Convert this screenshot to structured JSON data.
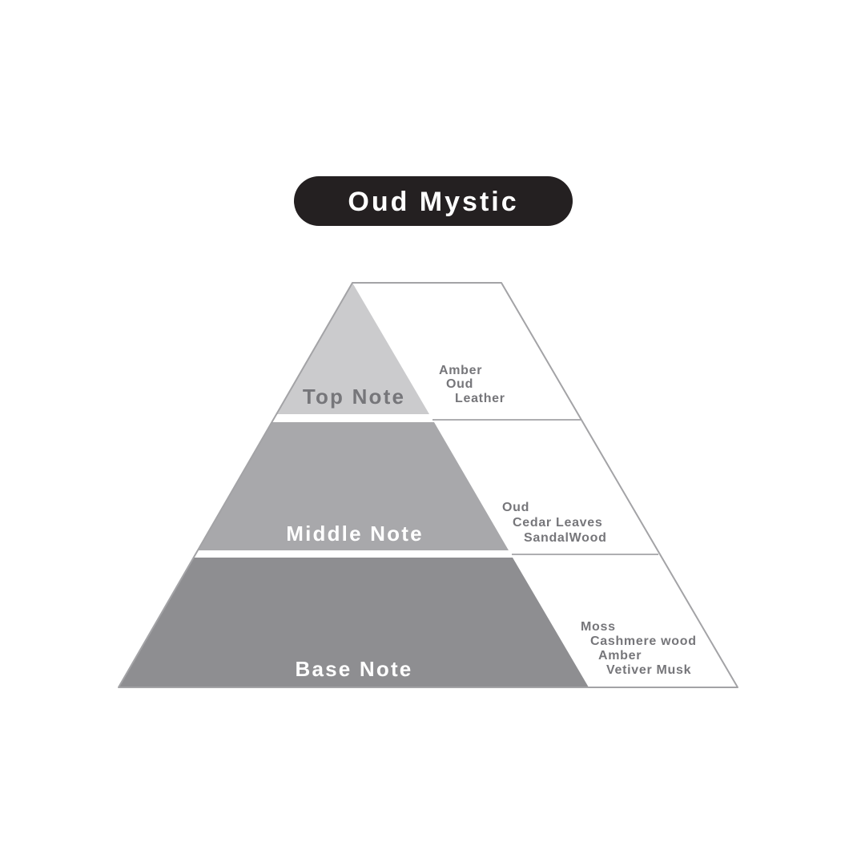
{
  "title": {
    "label": "Oud Mystic",
    "bg_color": "#242021",
    "text_color": "#ffffff"
  },
  "colors": {
    "background": "#ffffff",
    "outline_stroke": "#a3a3a6",
    "face_fill": "#ffffff",
    "gray_text": "#76767a"
  },
  "pyramid": {
    "tiers": [
      {
        "label": "Top Note",
        "fill": "#cbcbcd",
        "label_color": "#76767a",
        "notes": [
          "Amber",
          "Oud",
          "Leather"
        ]
      },
      {
        "label": "Middle Note",
        "fill": "#a8a8ab",
        "label_color": "#ffffff",
        "notes": [
          "Oud",
          "Cedar Leaves",
          "SandalWood"
        ]
      },
      {
        "label": "Base Note",
        "fill": "#8e8e91",
        "label_color": "#ffffff",
        "notes": [
          "Moss",
          "Cashmere wood",
          "Amber",
          "Vetiver Musk"
        ]
      }
    ]
  }
}
